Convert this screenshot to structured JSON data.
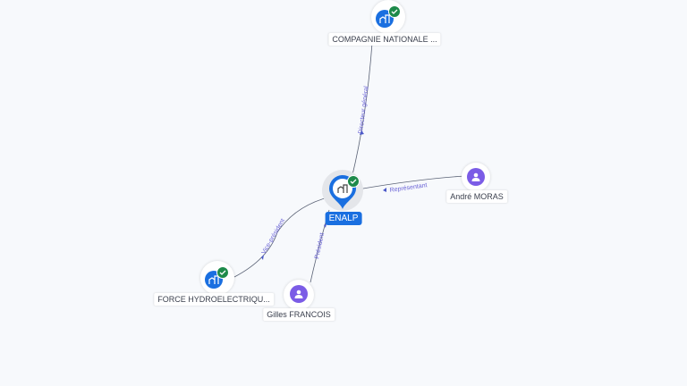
{
  "nodes": {
    "center": {
      "label": "ENALP",
      "type": "company",
      "verified": true,
      "icon": "building-icon"
    },
    "compagnie": {
      "label": "COMPAGNIE NATIONALE ...",
      "type": "company",
      "verified": true,
      "icon": "building-icon"
    },
    "andre": {
      "label": "André MORAS",
      "type": "person",
      "icon": "person-icon"
    },
    "force": {
      "label": "FORCE HYDROELECTRIQU...",
      "type": "company",
      "verified": true,
      "icon": "building-icon"
    },
    "gilles": {
      "label": "Gilles FRANCOIS",
      "type": "person",
      "icon": "person-icon"
    }
  },
  "edges": {
    "compagnie": {
      "label": "Directeur général"
    },
    "andre": {
      "label": "Représentant"
    },
    "force": {
      "label": "Vice-président"
    },
    "gilles": {
      "label": "Président"
    }
  },
  "colors": {
    "company": "#1a6fe0",
    "person": "#7b5ce6",
    "verified": "#1d8a4a",
    "edge_label": "#6a63d6"
  }
}
